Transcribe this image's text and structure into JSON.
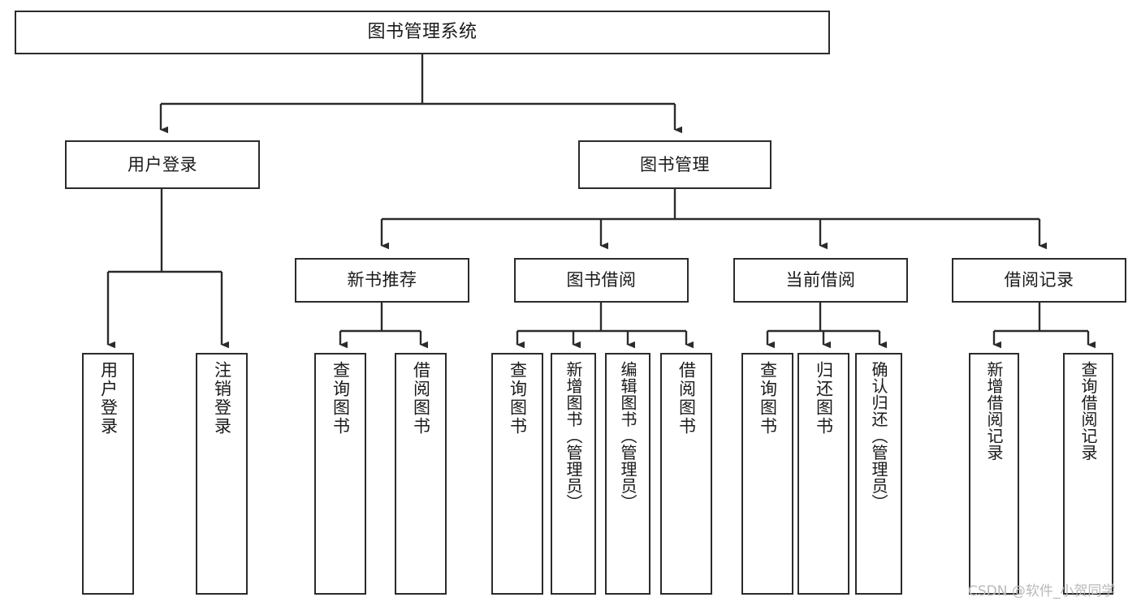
{
  "diagram": {
    "type": "tree-hierarchy",
    "title": "图书管理系统",
    "orientation": "top-down",
    "colors": {
      "box_border": "#2b2b2b",
      "box_fill": "#ffffff",
      "edge": "#2b2b2b",
      "text": "#1a1a1a",
      "watermark": "#b9b9b9",
      "background": "#ffffff"
    },
    "root": {
      "label": "图书管理系统"
    },
    "level2": [
      {
        "label": "用户登录"
      },
      {
        "label": "图书管理"
      }
    ],
    "level3": [
      {
        "label": "新书推荐"
      },
      {
        "label": "图书借阅"
      },
      {
        "label": "当前借阅"
      },
      {
        "label": "借阅记录"
      }
    ],
    "leaves": {
      "user_login": [
        {
          "label": "用户登录"
        },
        {
          "label": "注销登录"
        }
      ],
      "new_book_recommend": [
        {
          "label": "查询图书"
        },
        {
          "label": "借阅图书"
        }
      ],
      "book_borrow": [
        {
          "label": "查询图书"
        },
        {
          "label": "新增图书（管理员）"
        },
        {
          "label": "编辑图书（管理员）"
        },
        {
          "label": "借阅图书"
        }
      ],
      "current_borrow": [
        {
          "label": "查询图书"
        },
        {
          "label": "归还图书"
        },
        {
          "label": "确认归还（管理员）"
        }
      ],
      "borrow_record": [
        {
          "label": "新增借阅记录"
        },
        {
          "label": "查询借阅记录"
        }
      ]
    }
  },
  "watermark": {
    "text": "CSDN @软件_小贺同学"
  }
}
